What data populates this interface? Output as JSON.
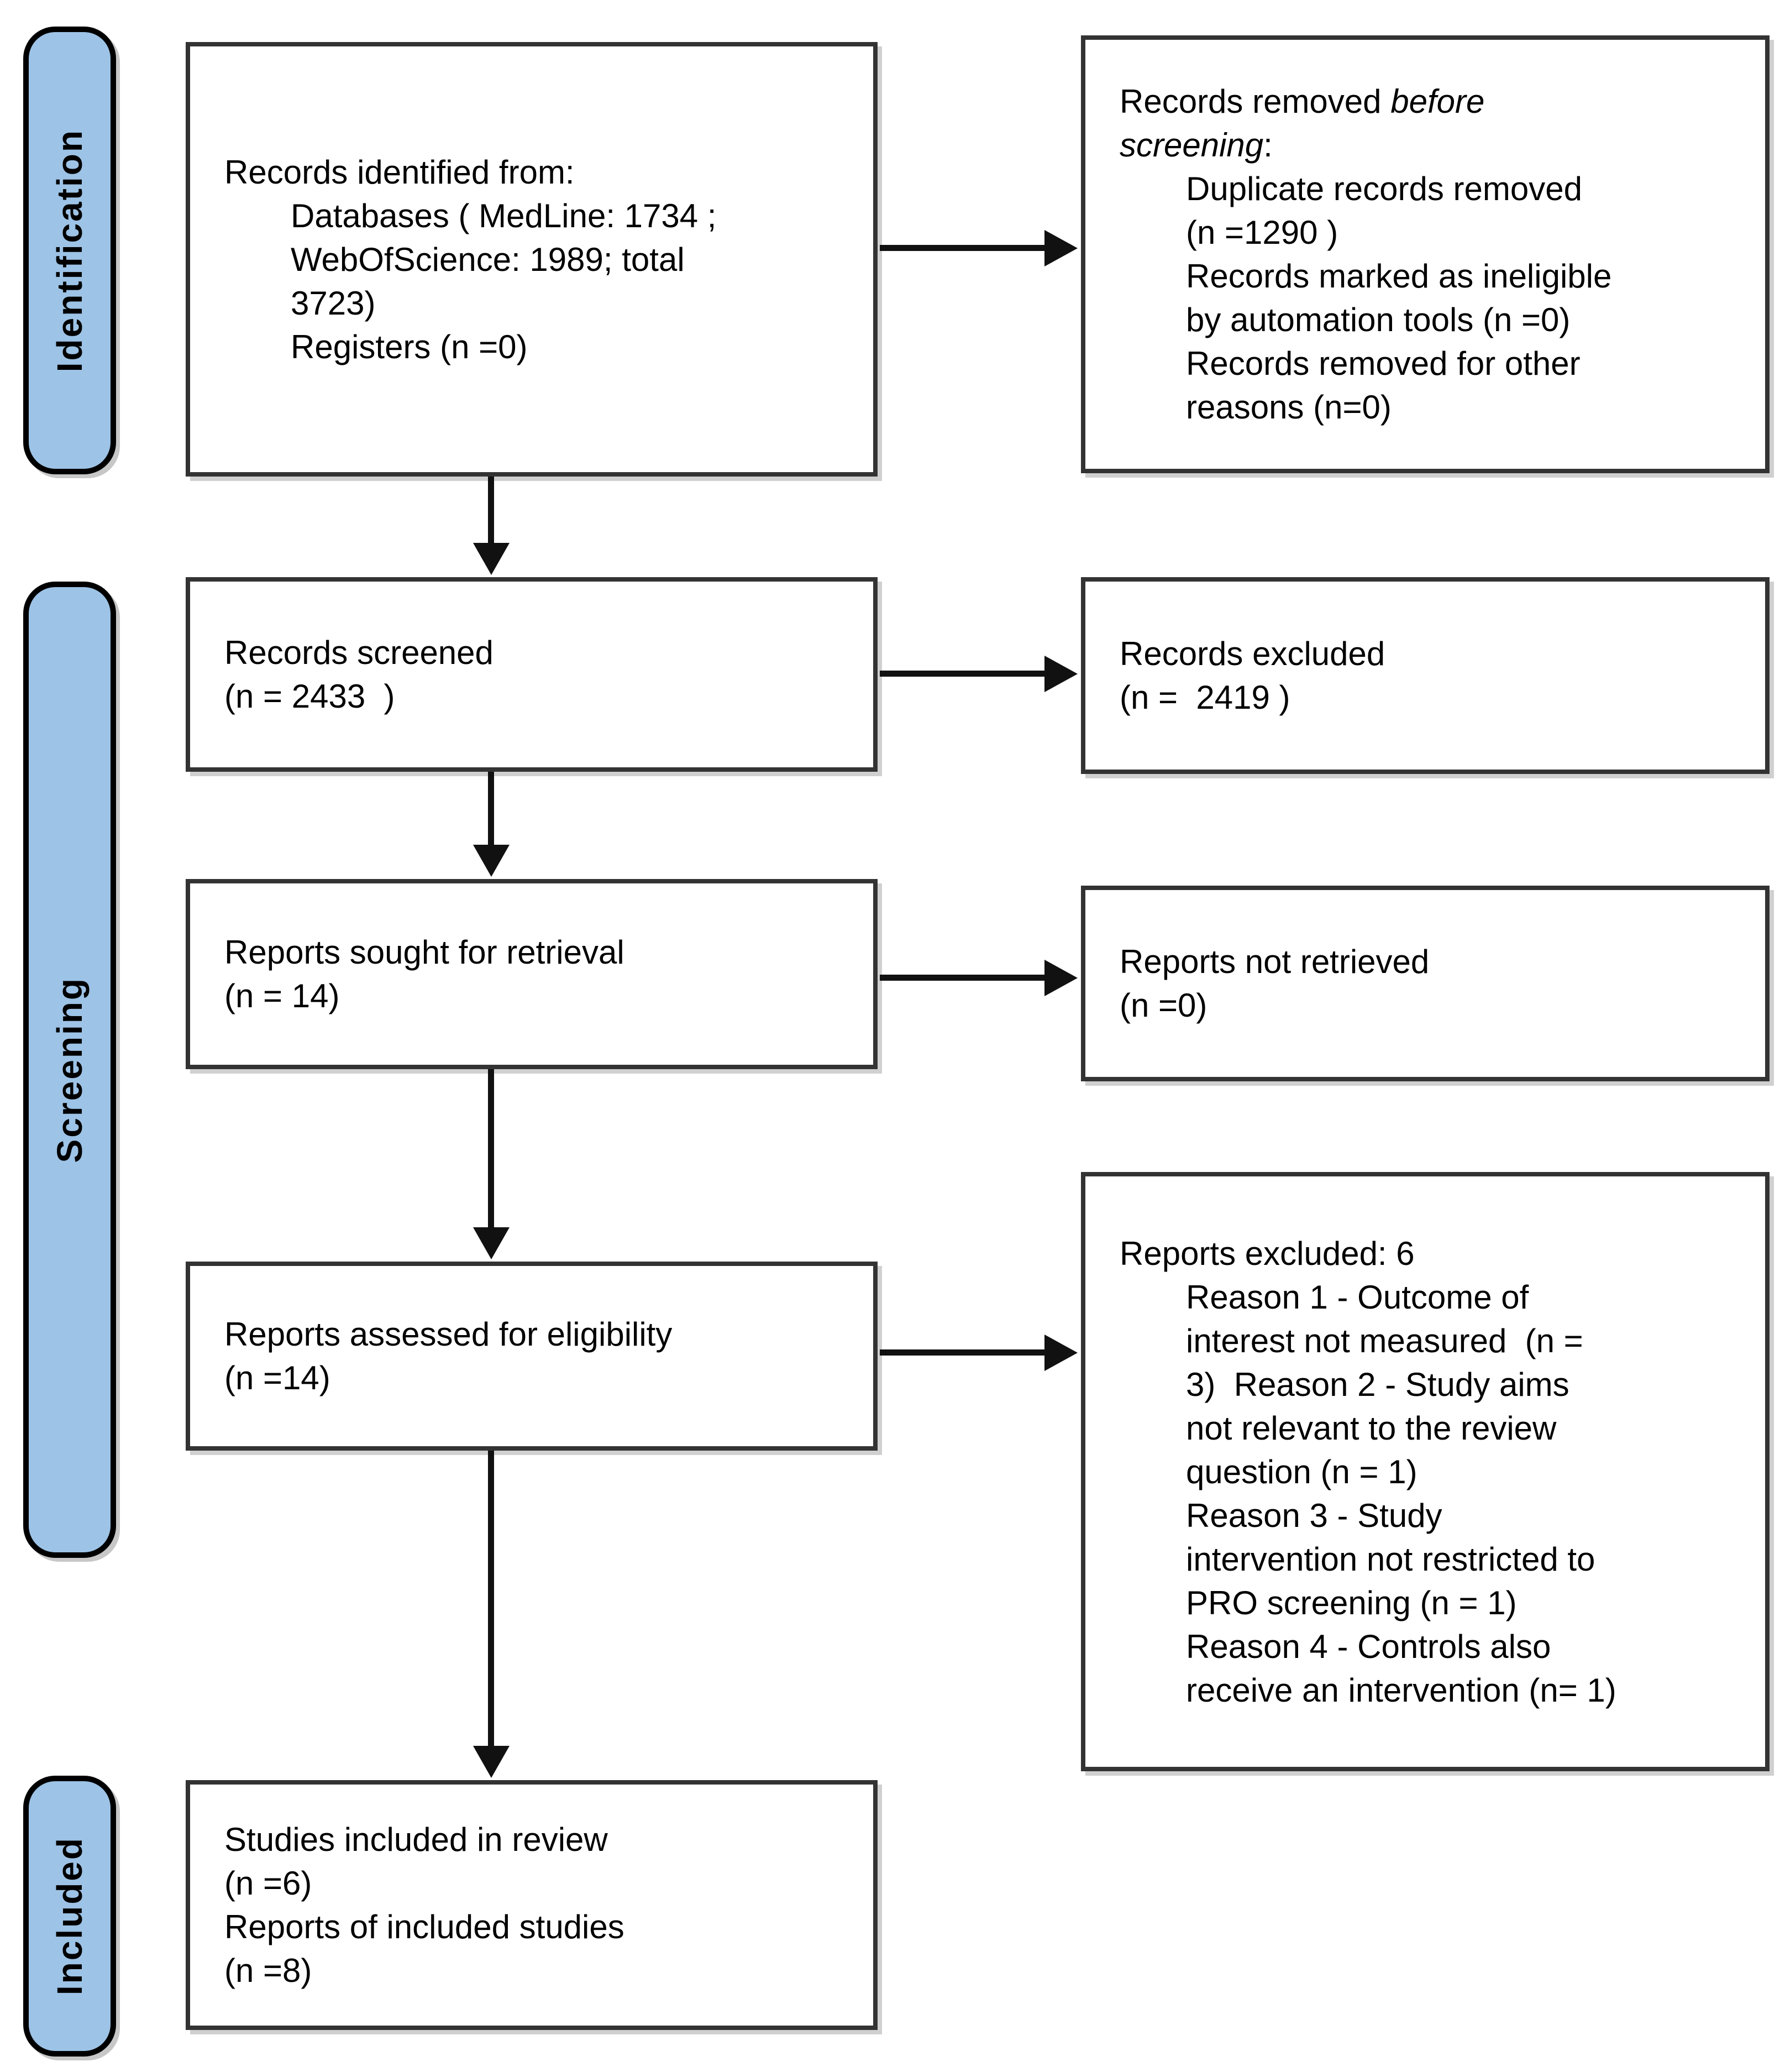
{
  "diagram": {
    "stages": {
      "identification": "Identification",
      "screening": "Screening",
      "included": "Included"
    },
    "boxes": {
      "records_identified": {
        "lines": [
          "Records identified from:",
          "Databases ( MedLine: 1734 ;",
          "WebOfScience: 1989; total",
          "3723)",
          "Registers (n =0)"
        ]
      },
      "records_removed": {
        "line1_normal": "Records removed ",
        "line1_italic": "before",
        "line2_italic": "screening",
        "line2_normal": ":",
        "lines": [
          "Duplicate records removed",
          "(n =1290 )",
          "Records marked as ineligible",
          "by automation tools (n =0)",
          "Records removed for other",
          "reasons (n=0)"
        ]
      },
      "records_screened": {
        "lines": [
          "Records screened",
          "(n = 2433  )"
        ]
      },
      "records_excluded": {
        "lines": [
          "Records excluded",
          "(n =  2419 )"
        ]
      },
      "reports_sought": {
        "lines": [
          "Reports sought for retrieval",
          "(n = 14)"
        ]
      },
      "reports_not_retrieved": {
        "lines": [
          "Reports not retrieved",
          "(n =0)"
        ]
      },
      "reports_assessed": {
        "lines": [
          "Reports assessed for eligibility",
          "(n =14)"
        ]
      },
      "reports_excluded": {
        "lines": [
          "Reports excluded: 6",
          "Reason 1 - Outcome of",
          "interest not measured  (n =",
          "3)  Reason 2 - Study aims",
          "not relevant to the review",
          "question (n = 1)",
          "Reason 3 - Study",
          "intervention not restricted to",
          "PRO screening (n = 1)",
          "Reason 4 - Controls also",
          "receive an intervention (n= 1)"
        ]
      },
      "studies_included": {
        "lines": [
          "Studies included in review",
          "(n =6)",
          "Reports of included studies",
          "(n =8)"
        ]
      }
    },
    "colors": {
      "stage_fill": "#9dc3e6",
      "stage_border": "#000000",
      "box_border": "#333333",
      "arrow": "#111111",
      "background": "#ffffff",
      "text": "#000000"
    }
  }
}
